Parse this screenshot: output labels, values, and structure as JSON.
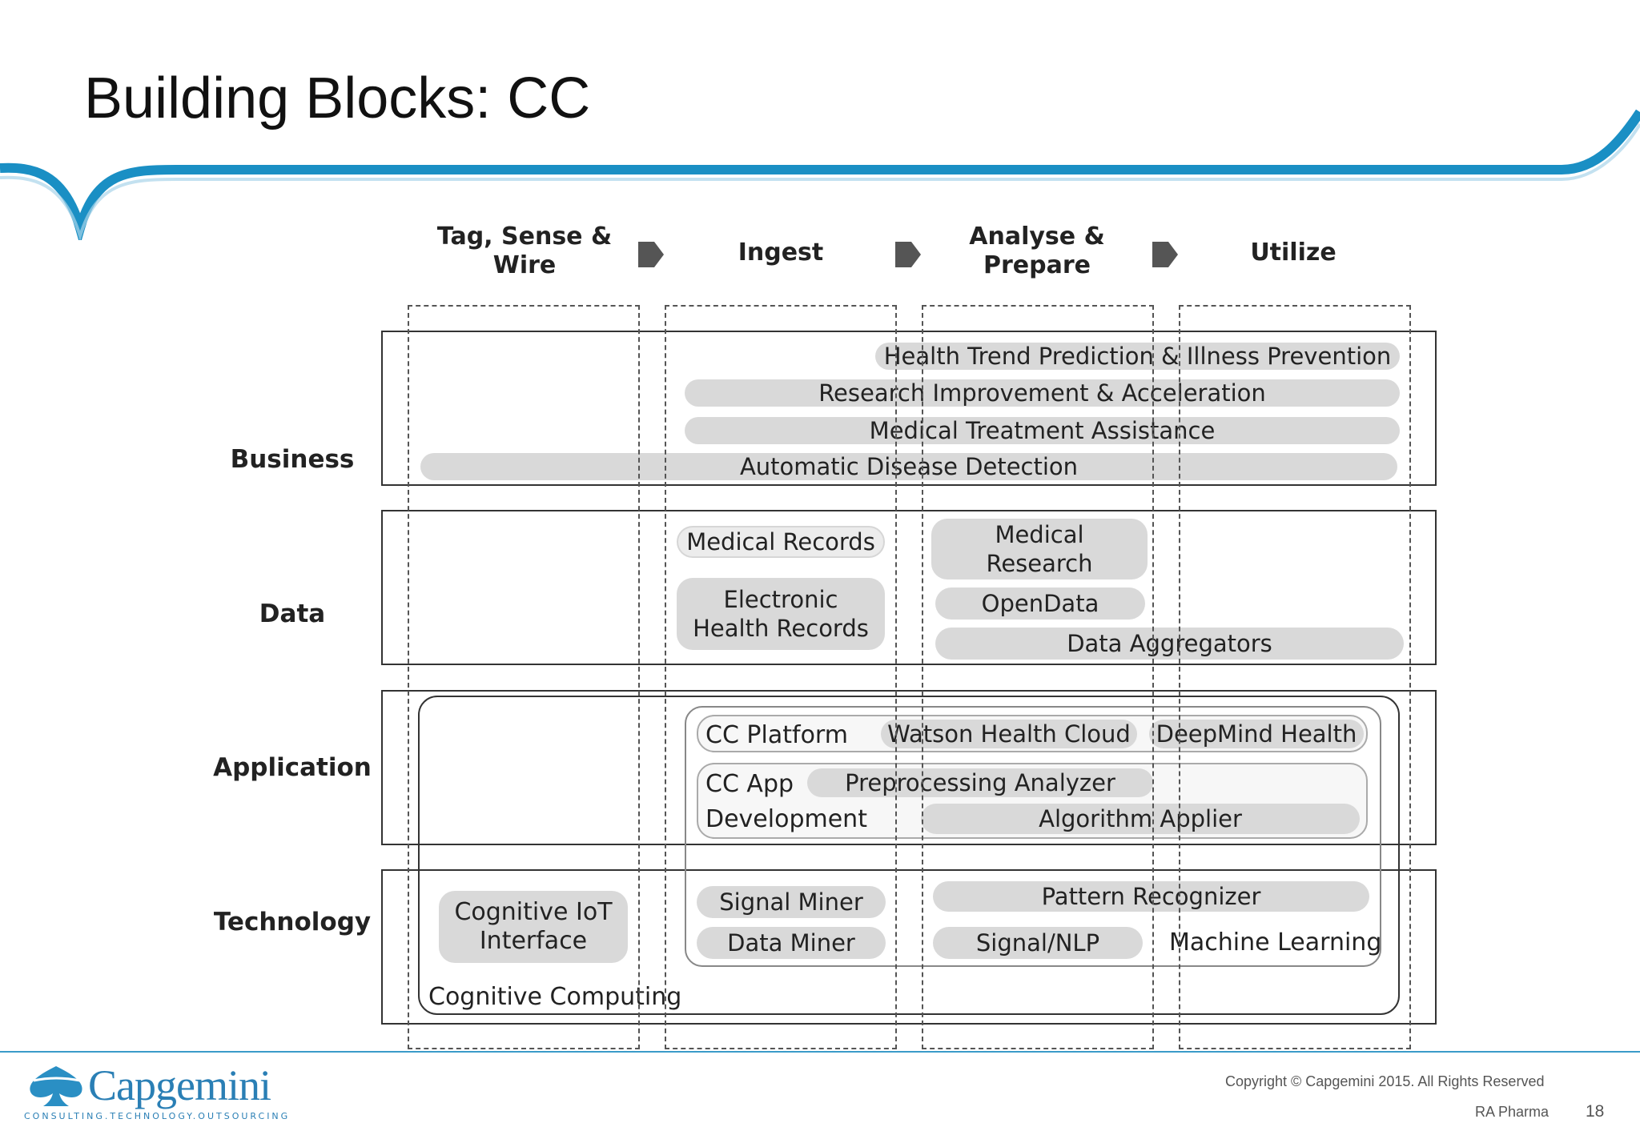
{
  "slide": {
    "title": "Building Blocks: CC"
  },
  "stages": [
    {
      "label": "Tag, Sense &\nWire"
    },
    {
      "label": "Ingest"
    },
    {
      "label": "Analyse &\nPrepare"
    },
    {
      "label": "Utilize"
    }
  ],
  "rows": {
    "business": "Business",
    "data": "Data",
    "application": "Application",
    "technology": "Technology"
  },
  "business": {
    "health_trend": "Health Trend Prediction & Illness Prevention",
    "research": "Research Improvement & Acceleration",
    "treatment": "Medical Treatment Assistance",
    "detection": "Automatic Disease Detection"
  },
  "data_blocks": {
    "medical_records": "Medical Records",
    "ehr": "Electronic\nHealth Records",
    "medical_research": "Medical\nResearch",
    "opendata": "OpenData",
    "aggregators": "Data Aggregators"
  },
  "application": {
    "cc_platform": "CC Platform",
    "watson": "Watson Health Cloud",
    "deepmind": "DeepMind Health",
    "cc_app": "CC App",
    "development": "Development",
    "preprocessing": "Preprocessing Analyzer",
    "algorithm": "Algorithm Applier"
  },
  "technology": {
    "iot": "Cognitive IoT\nInterface",
    "cognitive_computing": "Cognitive Computing",
    "signal_miner": "Signal Miner",
    "data_miner": "Data Miner",
    "pattern": "Pattern Recognizer",
    "signal_nlp": "Signal/NLP",
    "machine_learning": "Machine Learning"
  },
  "footer": {
    "logo": "Capgemini",
    "tagline": "CONSULTING.TECHNOLOGY.OUTSOURCING",
    "copyright": "Copyright © Capgemini 2015. All Rights Reserved",
    "project": "RA Pharma",
    "page": "18"
  },
  "colors": {
    "brand_blue": "#1a8fc4",
    "pill_grey": "#d9d9d9"
  }
}
